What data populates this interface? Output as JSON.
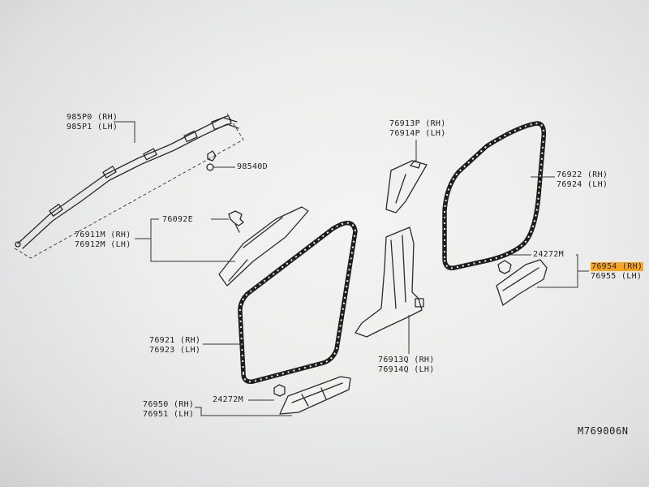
{
  "labels": {
    "airbag_rh": "985P0 (RH)",
    "airbag_lh": "985P1 (LH)",
    "bolt": "98540D",
    "clip_left": "76092E",
    "pillar_a_rh": "76911M (RH)",
    "pillar_a_lh": "76912M (LH)",
    "upper_c_rh": "76913P (RH)",
    "upper_c_lh": "76914P (LH)",
    "weather_rear_rh": "76922 (RH)",
    "weather_rear_lh": "76924 (LH)",
    "clip_right": "24272M",
    "step_rear_rh": "76954 (RH)",
    "step_rear_lh": "76955 (LH)",
    "weather_front_rh": "76921 (RH)",
    "weather_front_lh": "76923 (LH)",
    "pillar_b_rh": "76913Q (RH)",
    "pillar_b_lh": "76914Q (LH)",
    "step_front_rh": "76950 (RH)",
    "step_front_lh": "76951 (LH)",
    "clip_bottom": "24272M",
    "diagram_code": "M769006N"
  },
  "highlight_color": "#f6a623"
}
